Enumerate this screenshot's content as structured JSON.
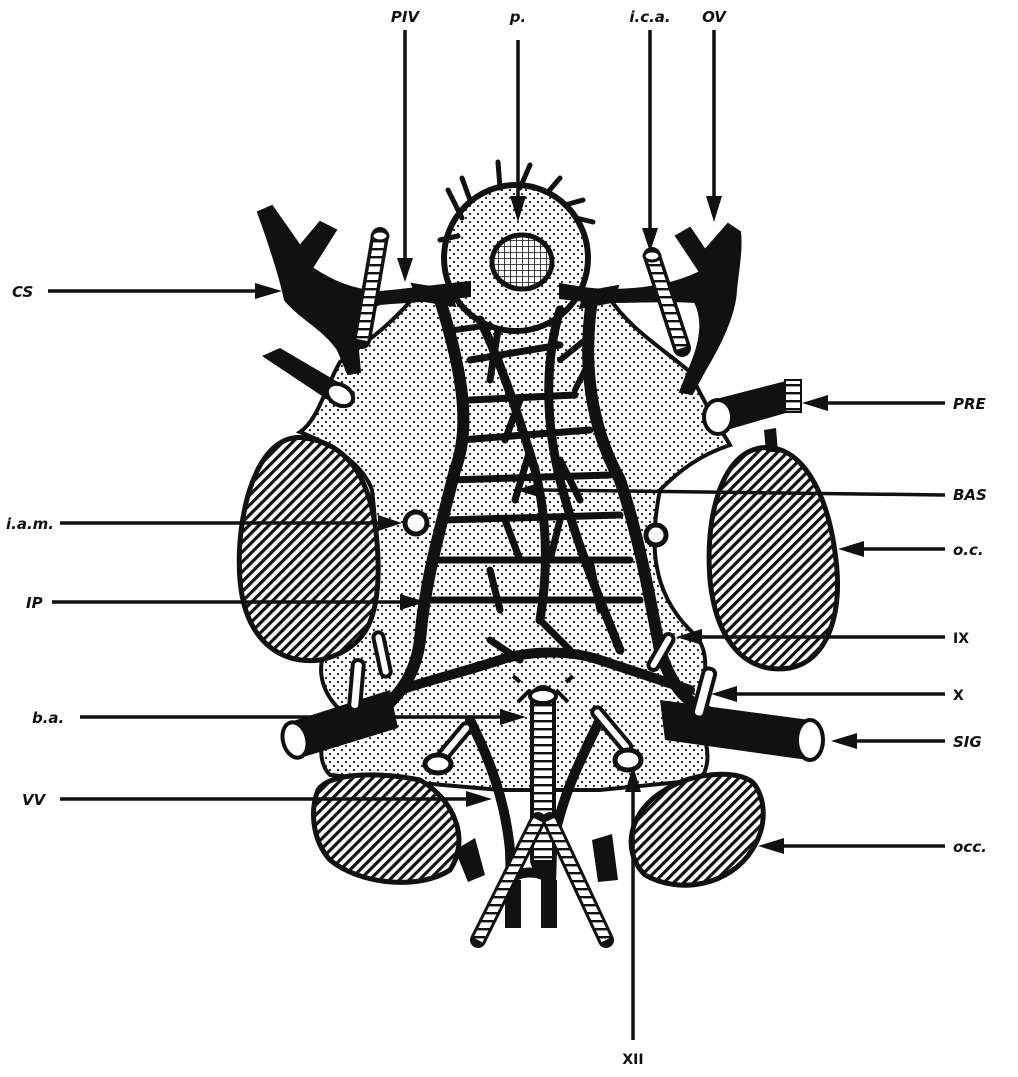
{
  "labels": {
    "piv": "PIV",
    "p": "p.",
    "ica": "i.c.a.",
    "ov": "OV",
    "cs": "CS",
    "pre": "PRE",
    "bas": "BAS",
    "iam": "i.a.m.",
    "oc": "o.c.",
    "ip": "IP",
    "ix": "IX",
    "x": "X",
    "ba": "b.a.",
    "sig": "SIG",
    "vv": "VV",
    "occ": "occ.",
    "xii": "XII"
  }
}
